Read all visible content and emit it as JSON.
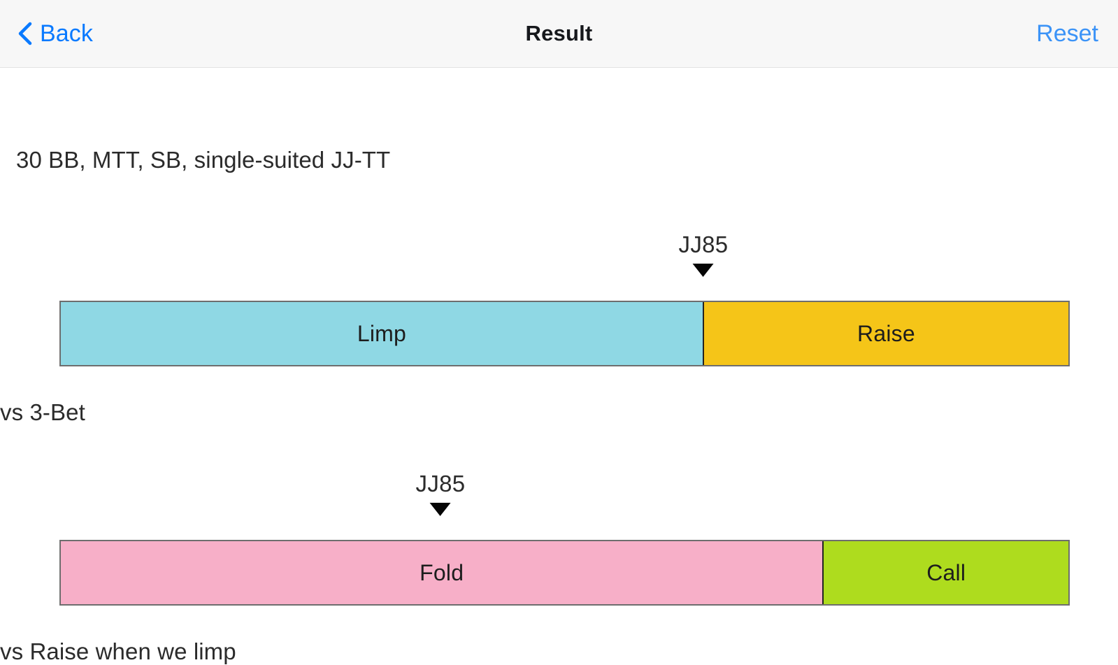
{
  "navbar": {
    "back_label": "Back",
    "back_icon": "chevron-left-icon",
    "title": "Result",
    "reset_label": "Reset",
    "tint_color": "#0a7aff",
    "background_color": "#f7f7f7"
  },
  "subtitle": "30 BB, MTT, SB, single-suited JJ-TT",
  "chart_data": [
    {
      "type": "bar",
      "orientation": "horizontal-stacked",
      "title": "",
      "caption": "vs 3-Bet",
      "marker": {
        "label": "JJ85",
        "position_percent": 63.7,
        "icon": "down-triangle-marker"
      },
      "categories": [
        "Limp",
        "Raise"
      ],
      "values": [
        63.7,
        36.3
      ],
      "colors": [
        "#8fd8e4",
        "#f5c518"
      ],
      "xlim": [
        0,
        100
      ]
    },
    {
      "type": "bar",
      "orientation": "horizontal-stacked",
      "title": "",
      "caption": "vs Raise when we limp",
      "marker": {
        "label": "JJ85",
        "position_percent": 37.7,
        "icon": "down-triangle-marker"
      },
      "categories": [
        "Fold",
        "Call"
      ],
      "values": [
        75.6,
        24.4
      ],
      "colors": [
        "#f7afc8",
        "#aedc1e"
      ],
      "xlim": [
        0,
        100
      ]
    }
  ]
}
